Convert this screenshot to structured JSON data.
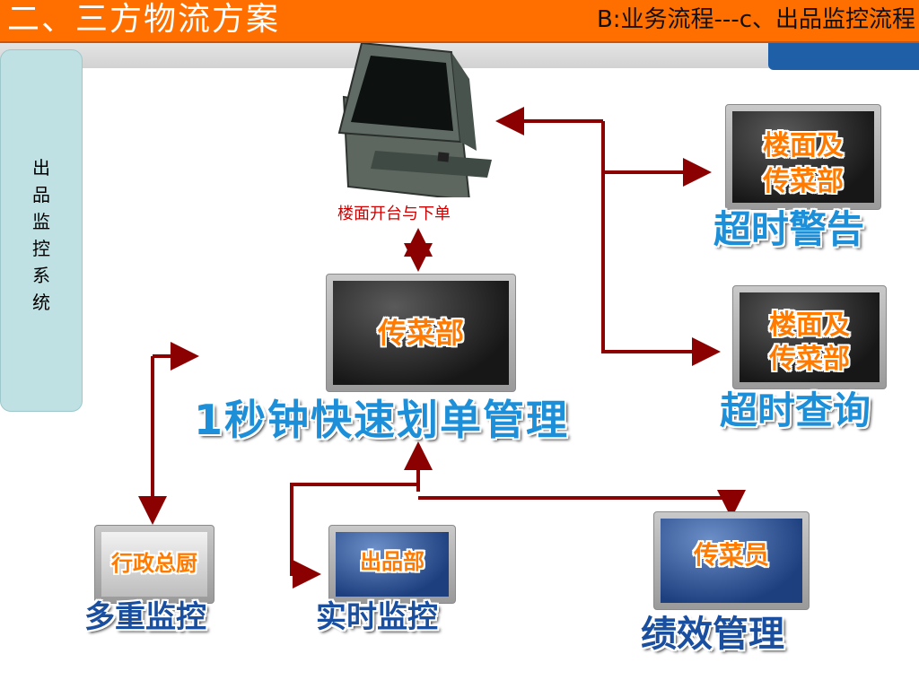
{
  "header": {
    "title": "二、三方物流方案",
    "subtitle": "B:业务流程---c、出品监控流程"
  },
  "sidebar": {
    "label": "出品监控系统"
  },
  "terminal": {
    "caption": "楼面开台与下单"
  },
  "nodes": {
    "center": {
      "screen_label": "传菜部",
      "caption": "1秒钟快速划单管理"
    },
    "warning": {
      "screen_label_line1": "楼面及",
      "screen_label_line2": "传菜部",
      "caption": "超时警告"
    },
    "query": {
      "screen_label_line1": "楼面及",
      "screen_label_line2": "传菜部",
      "caption": "超时查询"
    },
    "chef": {
      "screen_label": "行政总厨",
      "caption": "多重监控"
    },
    "kitchen": {
      "screen_label": "出品部",
      "caption": "实时监控"
    },
    "runner": {
      "screen_label": "传菜员",
      "caption": "绩效管理"
    }
  },
  "colors": {
    "header_bg": "#ff6f00",
    "arrow": "#8b0000",
    "caption_blue": "#1c8fd8",
    "sidebar_bg": "#bfe1e4"
  }
}
